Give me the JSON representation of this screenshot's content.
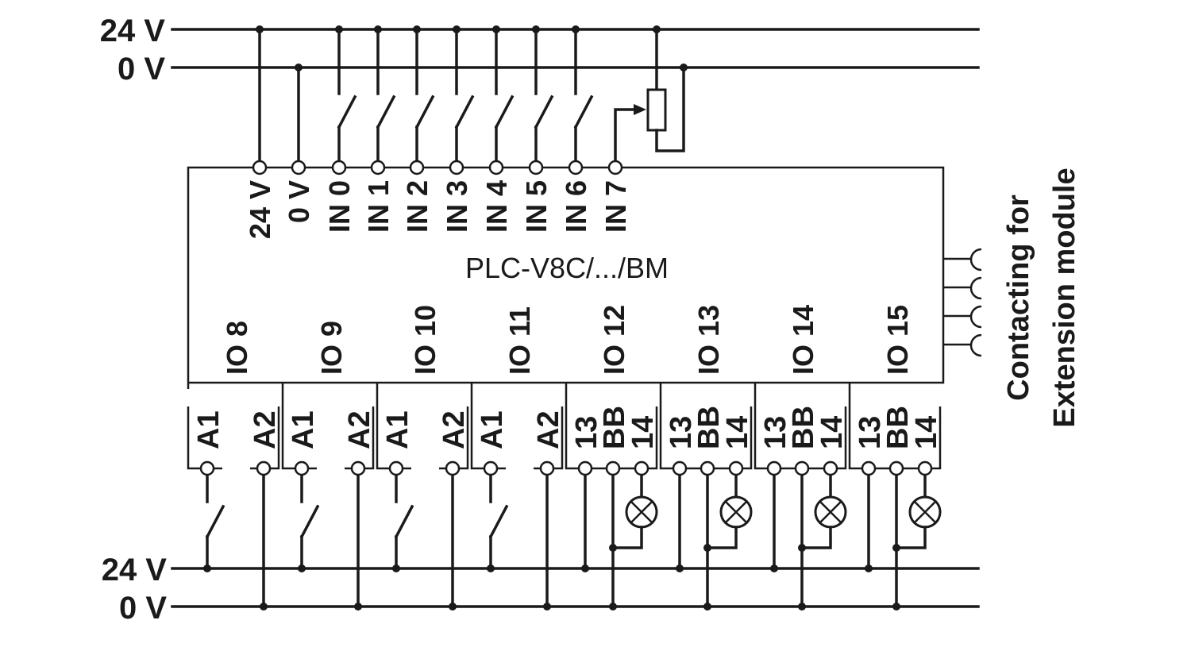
{
  "rails": {
    "top_24v": "24 V",
    "top_0v": "0 V",
    "bottom_24v": "24 V",
    "bottom_0v": "0 V"
  },
  "module": {
    "name": "PLC-V8C/.../BM"
  },
  "top_terminals": [
    "24 V",
    "0 V",
    "IN 0",
    "IN 1",
    "IN 2",
    "IN 3",
    "IN 4",
    "IN 5",
    "IN 6",
    "IN 7"
  ],
  "io_groups": [
    "IO 8",
    "IO 9",
    "IO 10",
    "IO 11",
    "IO 12",
    "IO 13",
    "IO 14",
    "IO 15"
  ],
  "bottom_labels": {
    "a1": "A1",
    "a2": "A2",
    "t13": "13",
    "bb": "BB",
    "t14": "14"
  },
  "extension": {
    "line1": "Contacting for",
    "line2": "Extension module"
  }
}
